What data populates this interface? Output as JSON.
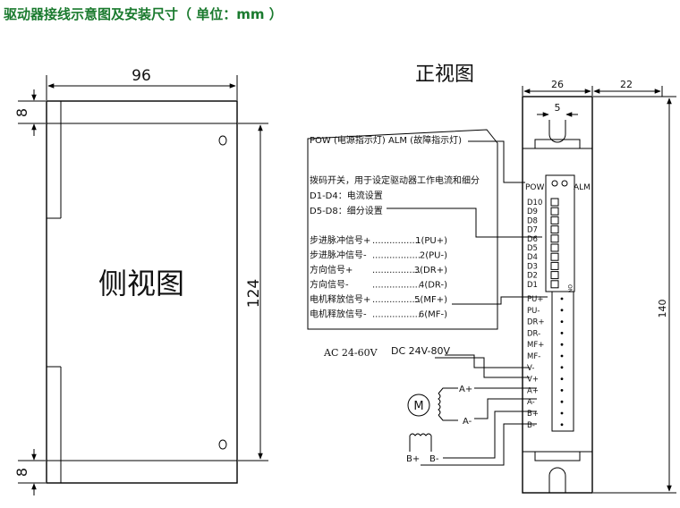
{
  "title": "驱动器接线示意图及安装尺寸（ 单位：mm ）",
  "side_view": {
    "label": "侧视图",
    "dim_width": "96",
    "dim_height": "124",
    "dim_top": "8",
    "dim_bottom": "8"
  },
  "front_view": {
    "label": "正视图",
    "dim_width": "26",
    "dim_side": "22",
    "dim_slot": "5",
    "dim_height": "140",
    "pow_label": "POW",
    "alm_label": "ALM",
    "dip_labels": [
      "D10",
      "D9",
      "D8",
      "D7",
      "D6",
      "D5",
      "D4",
      "D3",
      "D2",
      "D1"
    ],
    "dip_on": "ON",
    "terminal_labels": [
      "PU+",
      "PU-",
      "DR+",
      "DR-",
      "MF+",
      "MF-",
      "V-",
      "V+",
      "A+",
      "A-",
      "B+",
      "B-"
    ]
  },
  "callout": {
    "leds": "POW (电源指示灯)  ALM (故障指示灯)",
    "dip_title": "拨码开关，用于设定驱动器工作电流和细分",
    "dip_current": "D1-D4：电流设置",
    "dip_microstep": "D5-D8：细分设置",
    "signals": [
      {
        "name": "步进脉冲信号+",
        "pin": "1(PU+)"
      },
      {
        "name": "步进脉冲信号-",
        "pin": "2(PU-)"
      },
      {
        "name": "方向信号+",
        "pin": "3(DR+)"
      },
      {
        "name": "方向信号-",
        "pin": "4(DR-)"
      },
      {
        "name": "电机释放信号+",
        "pin": "5(MF+)"
      },
      {
        "name": "电机释放信号-",
        "pin": "6(MF-)"
      }
    ]
  },
  "power": {
    "ac": "AC 24-60V",
    "dc": "DC 24V-80V"
  },
  "motor": {
    "symbol": "M",
    "a_plus": "A+",
    "a_minus": "A-",
    "b_plus": "B+",
    "b_minus": "B-"
  }
}
